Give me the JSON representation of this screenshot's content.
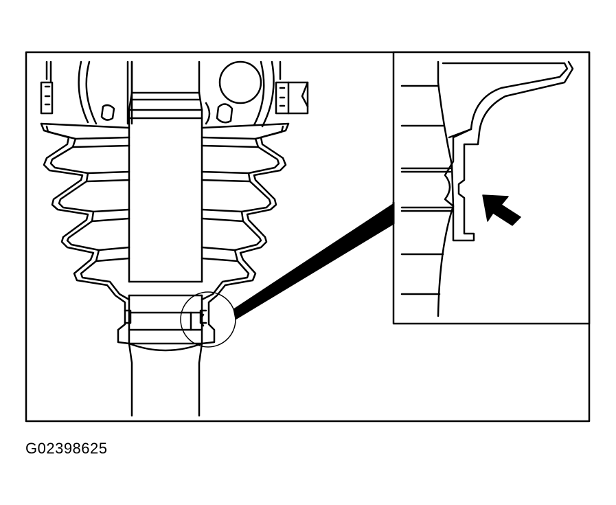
{
  "figure": {
    "id_label": "G02398625",
    "ink_color": "#000000",
    "paper_color": "#ffffff"
  },
  "parts": [
    "cv-joint-housing",
    "drive-shaft",
    "rubber-boot",
    "boot-clamp",
    "detail-callout",
    "pointer-arrow-icon"
  ]
}
